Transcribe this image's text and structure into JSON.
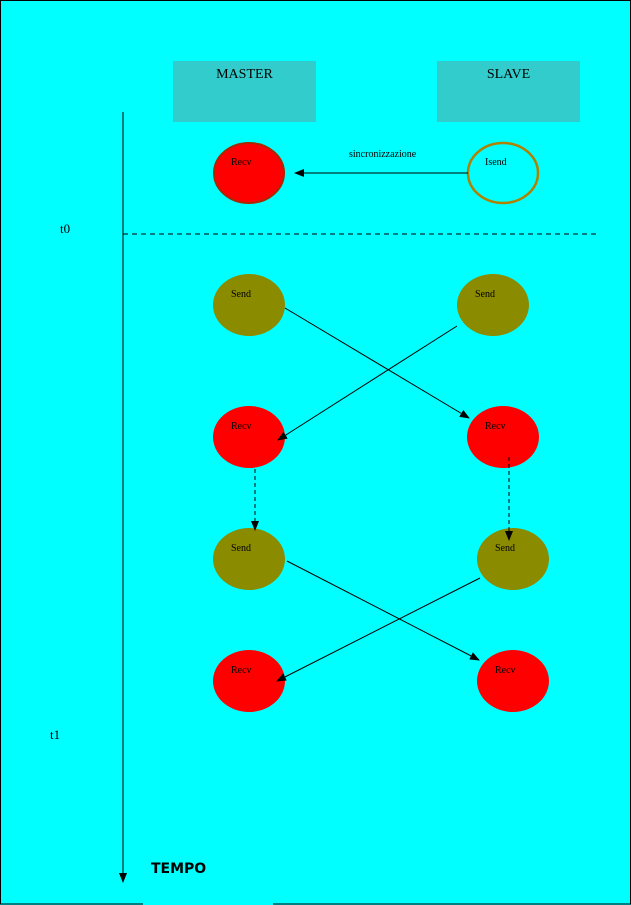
{
  "headers": {
    "master": "MASTER",
    "slave": "SLAVE"
  },
  "sync_label": "sincronizzazione",
  "time_labels": {
    "t0": "t0",
    "t1": "t1"
  },
  "axis_label": "TEMPO",
  "nodes": {
    "m_recv0": "Recv",
    "s_isend": "Isend",
    "m_send1": "Send",
    "s_send1": "Send",
    "m_recv1": "Recv",
    "s_recv1": "Recv",
    "m_send2": "Send",
    "s_send2": "Send",
    "m_recv2": "Recv",
    "s_recv2": "Recv"
  },
  "colors": {
    "background": "#00ffff",
    "header": "#33cccc",
    "recv": "#ff0000",
    "send": "#8b8b00"
  }
}
